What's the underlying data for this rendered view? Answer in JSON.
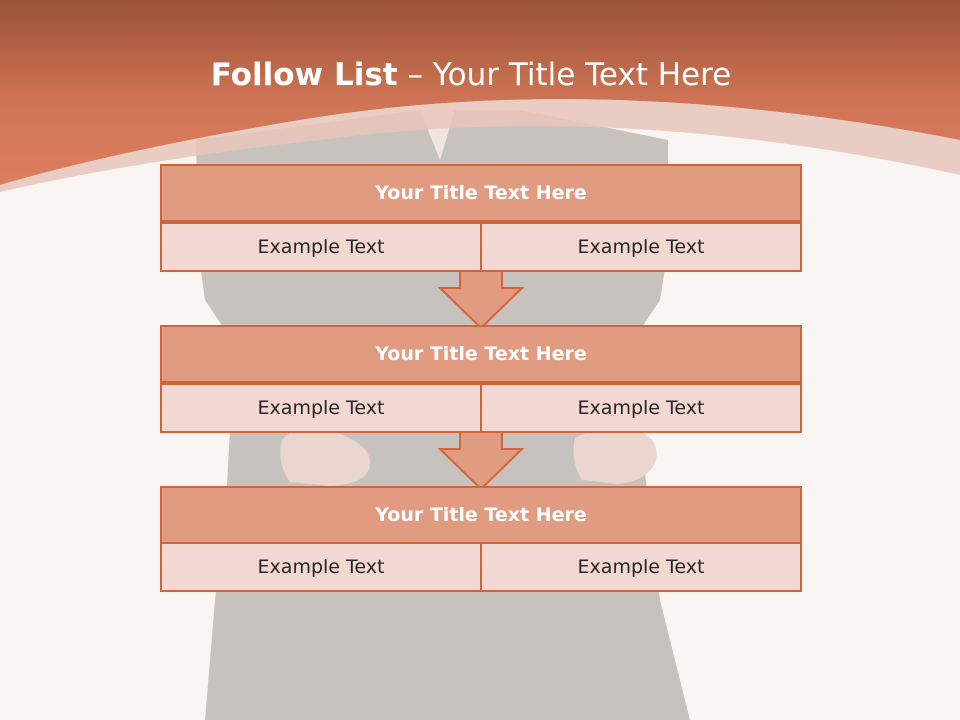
{
  "slide": {
    "title_bold": "Follow List",
    "title_rest": " – Your Title Text Here"
  },
  "steps": [
    {
      "title": "Your Title Text Here",
      "left": "Example Text",
      "right": "Example Text"
    },
    {
      "title": "Your Title Text Here",
      "left": "Example Text",
      "right": "Example Text"
    },
    {
      "title": "Your Title Text Here",
      "left": "Example Text",
      "right": "Example Text"
    }
  ],
  "colors": {
    "header_band": "#c9694a",
    "box_header": "#e09b80",
    "box_cell": "#f2d8d1",
    "border": "#d2643c",
    "background": "#f9f5f3"
  }
}
